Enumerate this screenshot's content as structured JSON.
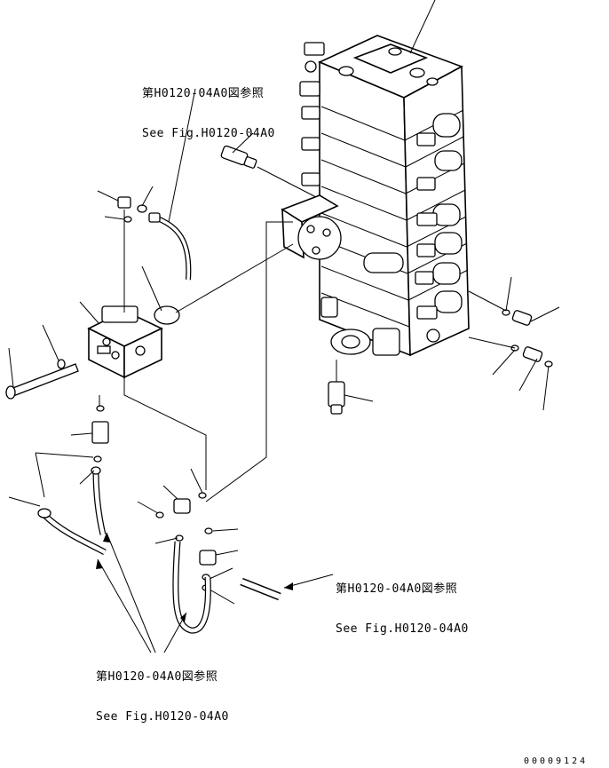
{
  "references": [
    {
      "id": "ref-top",
      "jp": "第H0120-04A0図参照",
      "en": "See Fig.H0120-04A0"
    },
    {
      "id": "ref-right",
      "jp": "第H0120-04A0図参照",
      "en": "See Fig.H0120-04A0"
    },
    {
      "id": "ref-bottom",
      "jp": "第H0120-04A0図参照",
      "en": "See Fig.H0120-04A0"
    }
  ],
  "document_number": "00009124",
  "colors": {
    "line": "#000000",
    "background": "#ffffff"
  }
}
